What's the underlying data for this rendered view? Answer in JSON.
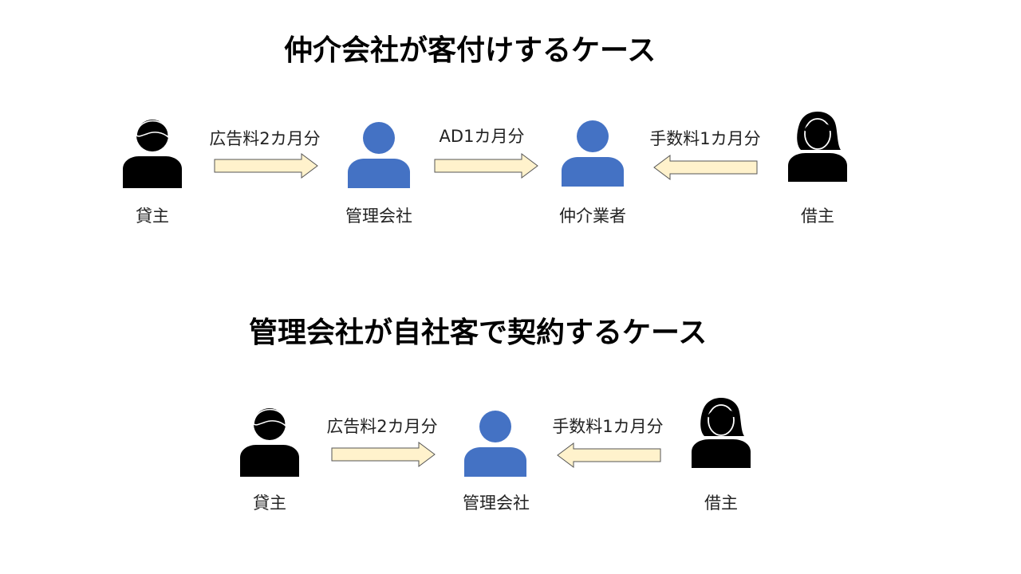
{
  "diagrams": [
    {
      "title": "仲介会社が客付けするケース",
      "parties": {
        "lender": "貸主",
        "management": "管理会社",
        "broker": "仲介業者",
        "tenant": "借主"
      },
      "flows": [
        {
          "label": "広告料2カ月分",
          "direction": "right"
        },
        {
          "label": "AD1カ月分",
          "direction": "right"
        },
        {
          "label": "手数料1カ月分",
          "direction": "left"
        }
      ]
    },
    {
      "title": "管理会社が自社客で契約するケース",
      "parties": {
        "lender": "貸主",
        "management": "管理会社",
        "tenant": "借主"
      },
      "flows": [
        {
          "label": "広告料2カ月分",
          "direction": "right"
        },
        {
          "label": "手数料1カ月分",
          "direction": "left"
        }
      ]
    }
  ],
  "colors": {
    "company_icon": "#4472C4",
    "person_icon": "#000000",
    "arrow_fill": "#FFF2CC",
    "arrow_stroke": "#555555"
  },
  "icons": {
    "lender": "man-icon",
    "management": "person-icon",
    "broker": "person-icon",
    "tenant": "woman-icon"
  }
}
